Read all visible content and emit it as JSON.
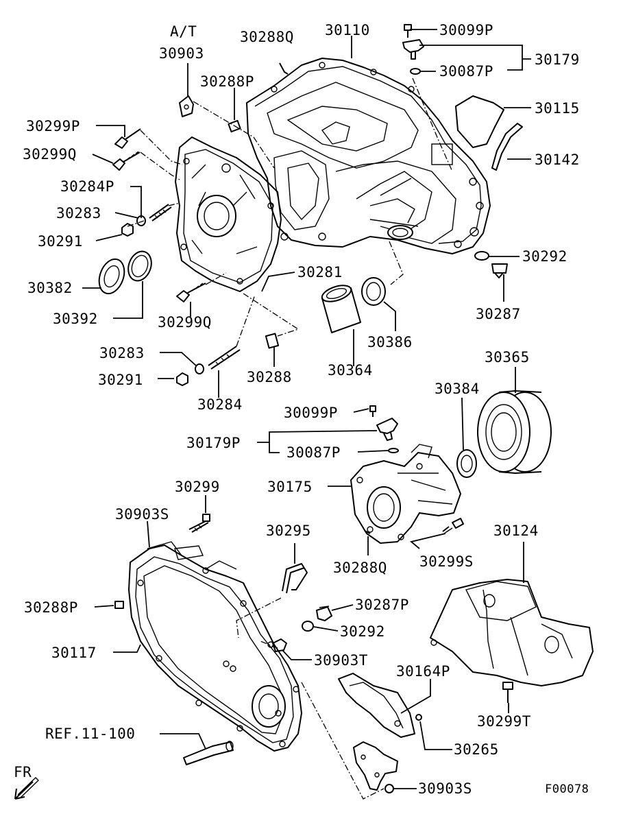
{
  "figure_code": "F00078",
  "orientation": "FR",
  "variant_note": "A/T",
  "reference": "REF.11-100",
  "part_labels": {
    "p30903": "30903",
    "p30288Q_top": "30288Q",
    "p30110": "30110",
    "p30099P": "30099P",
    "p30179": "30179",
    "p30087P": "30087P",
    "p30288P_top": "30288P",
    "p30115": "30115",
    "p30299P": "30299P",
    "p30142": "30142",
    "p30299Q": "30299Q",
    "p30284P": "30284P",
    "p30283_top": "30283",
    "p30291_top": "30291",
    "p30292_top": "30292",
    "p30382": "30382",
    "p30281": "30281",
    "p30287_top": "30287",
    "p30392": "30392",
    "p30299Q_lower": "30299Q",
    "p30386": "30386",
    "p30365": "30365",
    "p30283_lower": "30283",
    "p30364": "30364",
    "p30288": "30288",
    "p30291_lower": "30291",
    "p30384": "30384",
    "p30284": "30284",
    "p30099P_mid": "30099P",
    "p30179P": "30179P",
    "p30087P_mid": "30087P",
    "p30299": "30299",
    "p30175": "30175",
    "p30903S_top": "30903S",
    "p30295": "30295",
    "p30124": "30124",
    "p30288Q_mid": "30288Q",
    "p30299S": "30299S",
    "p30288P_lower": "30288P",
    "p30287P": "30287P",
    "p30292_lower": "30292",
    "p30117": "30117",
    "p30903T": "30903T",
    "p30164P": "30164P",
    "p30299T": "30299T",
    "p30265": "30265",
    "p30903S_lower": "30903S"
  }
}
